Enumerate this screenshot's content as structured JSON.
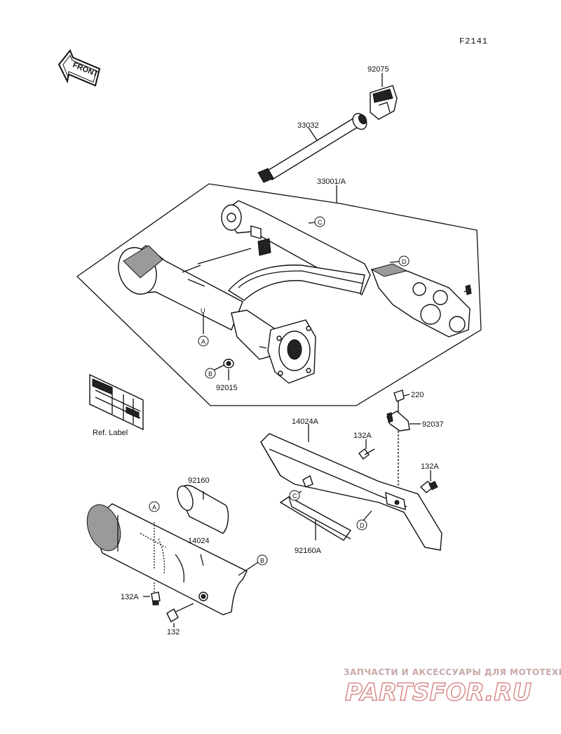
{
  "figure_code": "F2141",
  "front_label": "FRONT",
  "parts": {
    "p92075": "92075",
    "p33032": "33032",
    "p33001A": "33001/A",
    "p92015": "92015",
    "p220": "220",
    "p92037": "92037",
    "p14024A": "14024A",
    "p132A_upper": "132A",
    "p132A_right": "132A",
    "p92160": "92160",
    "p14024": "14024",
    "p92160A": "92160A",
    "p132A_lower": "132A",
    "p132": "132"
  },
  "ref_label": "Ref. Label",
  "callouts": {
    "a": "A",
    "b": "B",
    "c": "C",
    "d": "D"
  },
  "watermark": {
    "caption": "ЗАПЧАСТИ И АКСЕССУАРЫ ДЛЯ МОТОТЕХНИКИ",
    "logo_text": "PARTSFOR.RU",
    "color": "#d88a8a"
  }
}
